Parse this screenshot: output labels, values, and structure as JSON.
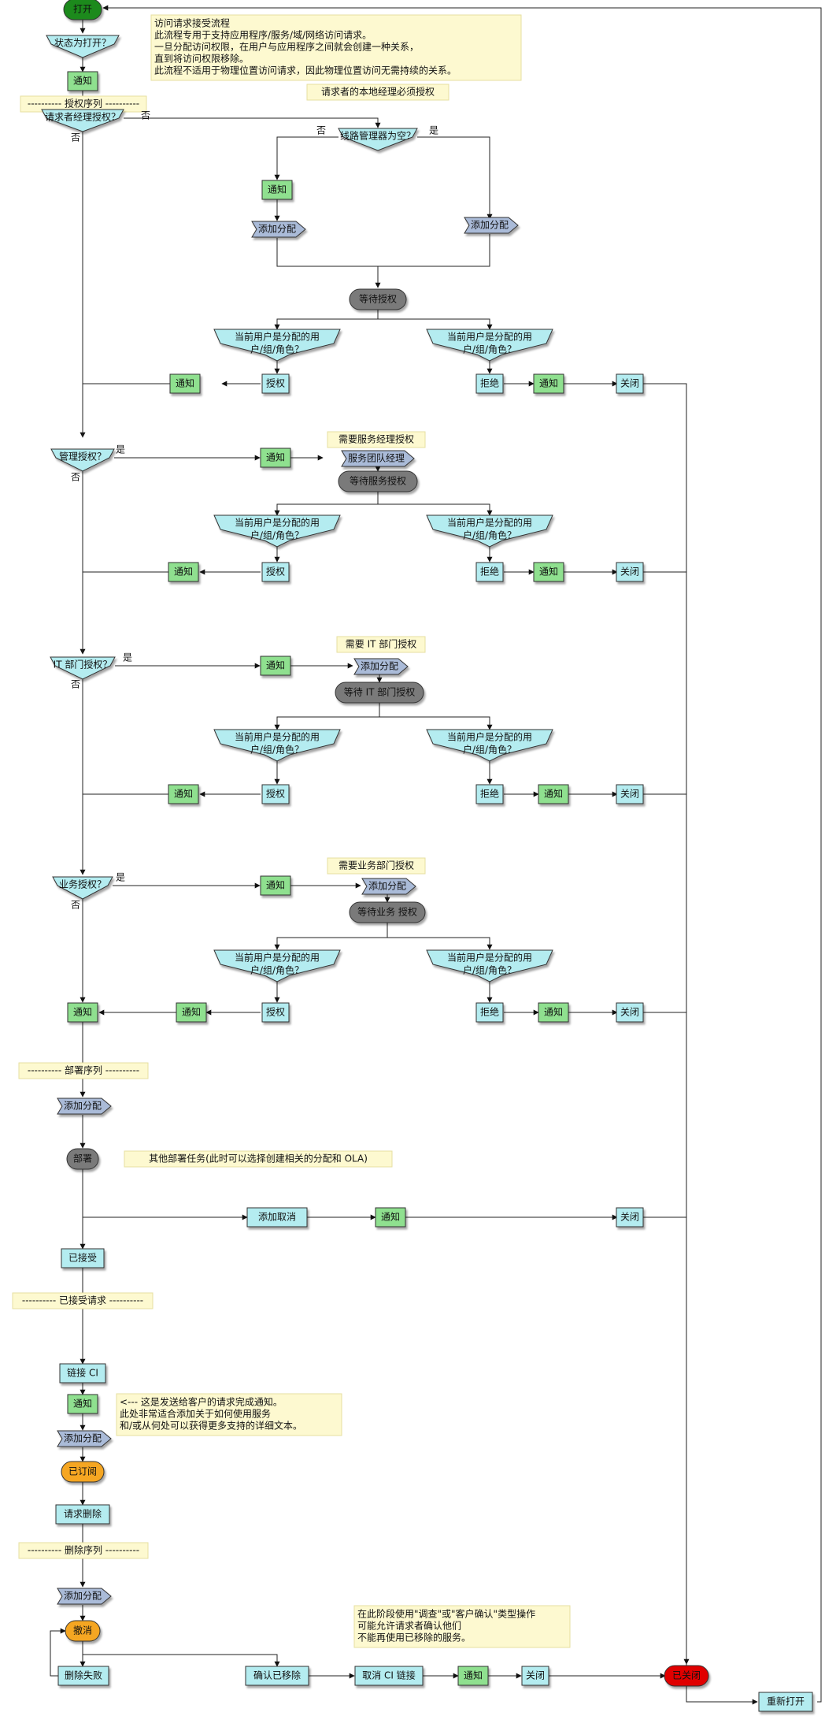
{
  "notes": {
    "header": [
      "访问请求接受流程",
      "此流程专用于支持应用程序/服务/域/网络访问请求。",
      "一旦分配访问权限，在用户与应用程序之间就会创建一种关系，",
      "直到将访问权限移除。",
      "此流程不适用于物理位置访问请求，因此物理位置访问无需持续的关系。"
    ],
    "local_manager": "请求者的本地经理必须授权",
    "service_manager": "需要服务经理授权",
    "it_dept": "需要 IT 部门授权",
    "business_dept": "需要业务部门授权",
    "deploy_other": "其他部署任务(此时可以选择创建相关的分配和 OLA)",
    "completion": [
      "<--- 这是发送给客户的请求完成通知。",
      "此处非常适合添加关于如何使用服务",
      "和/或从何处可以获得更多支持的详细文本。"
    ],
    "investigate": [
      "在此阶段使用\"调查\"或\"客户确认\"类型操作",
      "可能允许请求者确认他们",
      "不能再使用已移除的服务。"
    ]
  },
  "sections": {
    "authorization": "---------- 授权序列 ----------",
    "deployment": "---------- 部署序列 ----------",
    "accepted": "---------- 已接受请求 ----------",
    "removal": "---------- 删除序列 ----------"
  },
  "states": {
    "open": "打开",
    "wait_auth": "等待授权",
    "wait_service": "等待服务授权",
    "wait_it": "等待 IT 部门授权",
    "wait_business": "等待业务 授权",
    "deploy": "部署",
    "subscribed": "已订阅",
    "cancelled": "撤消",
    "closed": "已关闭"
  },
  "decisions": {
    "state_open": "状态为打开？",
    "mgr_authorized": "请求者经理授权？",
    "line_mgr_empty": "线路管理器为空？",
    "cur_user_assigned": [
      "当前用户是分配的用",
      "户/组/角色？"
    ],
    "mgmt_authorized": "管理授权？",
    "it_authorized": "IT 部门授权？",
    "business_authorized": "业务授权？"
  },
  "actions": {
    "notify": "通知",
    "add_assignment": "添加分配",
    "authorize": "授权",
    "reject": "拒绝",
    "close": "关闭",
    "service_team_mgr": "服务团队经理",
    "add_cancel": "添加取消",
    "accepted": "已接受",
    "link_ci": "链接 CI",
    "request_delete": "请求删除",
    "delete_failed": "删除失败",
    "confirm_removed": "确认已移除",
    "cancel_ci_link": "取消 CI 链接",
    "reopen": "重新打开"
  },
  "labels": {
    "yes": "是",
    "no": "否"
  },
  "colors": {
    "notify": "#8fe08f",
    "action": "#b4ecf0",
    "assign": "#aabbd8",
    "wait": "#7a7a7a",
    "open": "#1e8a1e",
    "subscribed": "#f5a623",
    "closed": "#e00000",
    "note": "#fdf9d0",
    "decision": "#b4ecf0"
  }
}
